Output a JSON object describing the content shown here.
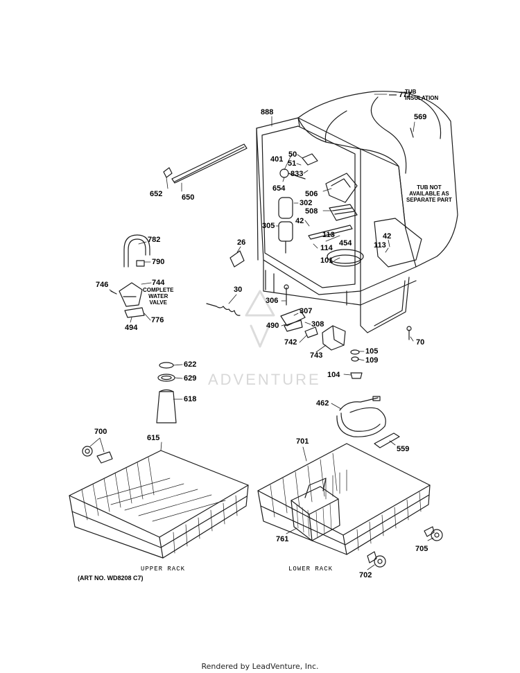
{
  "watermark": "ADVENTURE",
  "footer": "Rendered by LeadVenture, Inc.",
  "art_number": "(ART NO. WD8208 C7)",
  "captions": {
    "upper_rack": "UPPER RACK",
    "lower_rack": "LOWER RACK"
  },
  "notes": {
    "tub_insulation": "TUB\nINSULATION",
    "tub_not_available": "TUB NOT\nAVAILABLE AS\nSEPARATE PART",
    "complete_water_valve": "COMPLETE\nWATER\nVALVE"
  },
  "parts": [
    {
      "id": "p777",
      "num": "777"
    },
    {
      "id": "p888",
      "num": "888"
    },
    {
      "id": "p569",
      "num": "569"
    },
    {
      "id": "p50",
      "num": "50"
    },
    {
      "id": "p401",
      "num": "401"
    },
    {
      "id": "p51",
      "num": "51"
    },
    {
      "id": "p833",
      "num": "833"
    },
    {
      "id": "p654",
      "num": "654"
    },
    {
      "id": "p506",
      "num": "506"
    },
    {
      "id": "p652",
      "num": "652"
    },
    {
      "id": "p650",
      "num": "650"
    },
    {
      "id": "p302",
      "num": "302"
    },
    {
      "id": "p508",
      "num": "508"
    },
    {
      "id": "p42a",
      "num": "42"
    },
    {
      "id": "p305",
      "num": "305"
    },
    {
      "id": "p113a",
      "num": "113"
    },
    {
      "id": "p454",
      "num": "454"
    },
    {
      "id": "p42b",
      "num": "42"
    },
    {
      "id": "p113b",
      "num": "113"
    },
    {
      "id": "p782",
      "num": "782"
    },
    {
      "id": "p26",
      "num": "26"
    },
    {
      "id": "p114",
      "num": "114"
    },
    {
      "id": "p790",
      "num": "790"
    },
    {
      "id": "p101",
      "num": "101"
    },
    {
      "id": "p746",
      "num": "746"
    },
    {
      "id": "p744",
      "num": "744"
    },
    {
      "id": "p30",
      "num": "30"
    },
    {
      "id": "p306",
      "num": "306"
    },
    {
      "id": "p307",
      "num": "307"
    },
    {
      "id": "p776",
      "num": "776"
    },
    {
      "id": "p494",
      "num": "494"
    },
    {
      "id": "p490",
      "num": "490"
    },
    {
      "id": "p308",
      "num": "308"
    },
    {
      "id": "p742",
      "num": "742"
    },
    {
      "id": "p70",
      "num": "70"
    },
    {
      "id": "p105",
      "num": "105"
    },
    {
      "id": "p743",
      "num": "743"
    },
    {
      "id": "p109",
      "num": "109"
    },
    {
      "id": "p622",
      "num": "622"
    },
    {
      "id": "p104",
      "num": "104"
    },
    {
      "id": "p629",
      "num": "629"
    },
    {
      "id": "p618",
      "num": "618"
    },
    {
      "id": "p462",
      "num": "462"
    },
    {
      "id": "p700",
      "num": "700"
    },
    {
      "id": "p615",
      "num": "615"
    },
    {
      "id": "p701",
      "num": "701"
    },
    {
      "id": "p559",
      "num": "559"
    },
    {
      "id": "p761",
      "num": "761"
    },
    {
      "id": "p705",
      "num": "705"
    },
    {
      "id": "p702",
      "num": "702"
    }
  ],
  "colors": {
    "line": "#1a1a1a",
    "paper": "#ffffff",
    "watermark": "#d8d8d8"
  }
}
